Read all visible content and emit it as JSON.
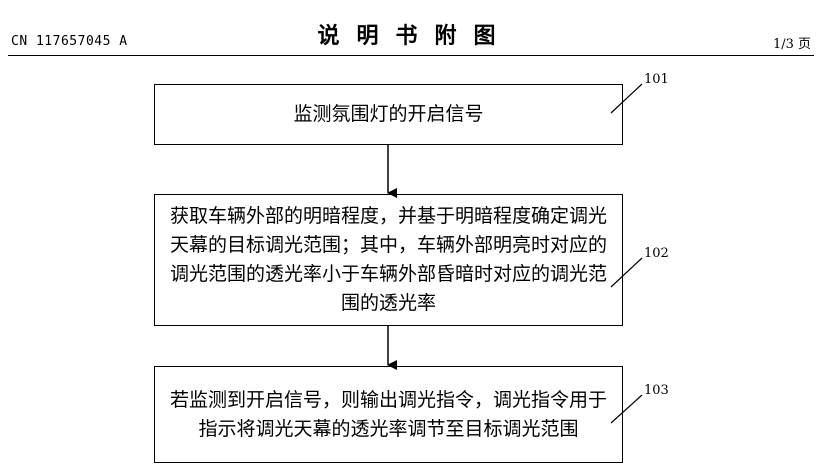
{
  "header": {
    "publication_number": "CN 117657045 A",
    "title": "说明书附图",
    "page": "1/3 页"
  },
  "flowchart": {
    "steps": [
      {
        "ref": "101",
        "text": "监测氛围灯的开启信号"
      },
      {
        "ref": "102",
        "text": "获取车辆外部的明暗程度，并基于明暗程度确定调光天幕的目标调光范围；其中，车辆外部明亮时对应的调光范围的透光率小于车辆外部昏暗时对应的调光范围的透光率"
      },
      {
        "ref": "103",
        "text": "若监测到开启信号，则输出调光指令，调光指令用于指示将调光天幕的透光率调节至目标调光范围"
      }
    ]
  }
}
